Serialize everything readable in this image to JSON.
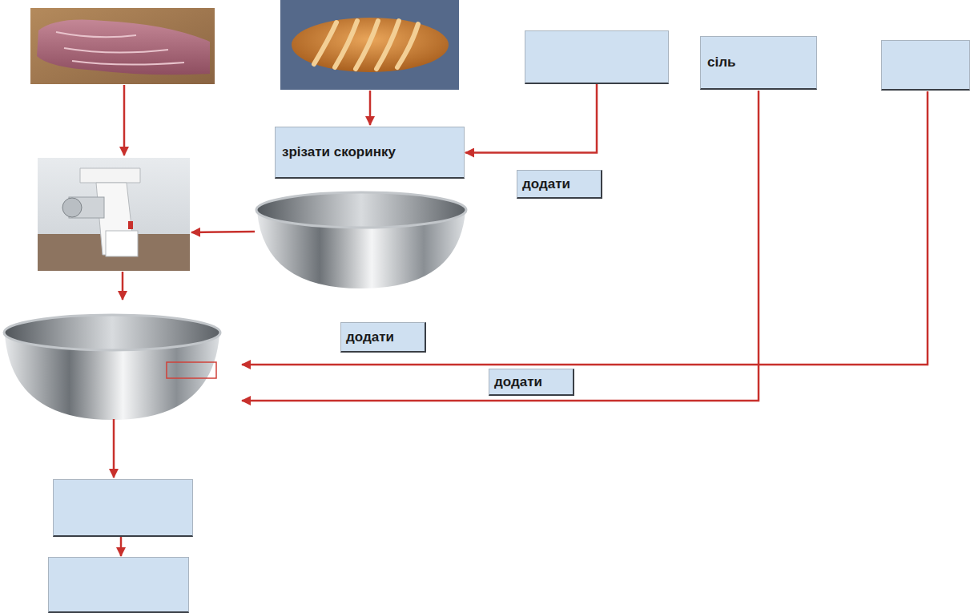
{
  "diagram": {
    "nodes": [
      {
        "text": []
      },
      {
        "text": [
          "сіль"
        ]
      },
      {
        "text": []
      },
      {
        "text": [
          "зрізати скоринку"
        ]
      },
      {
        "text": []
      },
      {
        "text": []
      }
    ],
    "edges": [
      {
        "from": 0,
        "to": 3,
        "arrow": "to",
        "label": "додати"
      },
      {
        "from": 4,
        "to": 5,
        "arrow": "to"
      }
    ],
    "labels": [
      "додати",
      "додати"
    ]
  }
}
